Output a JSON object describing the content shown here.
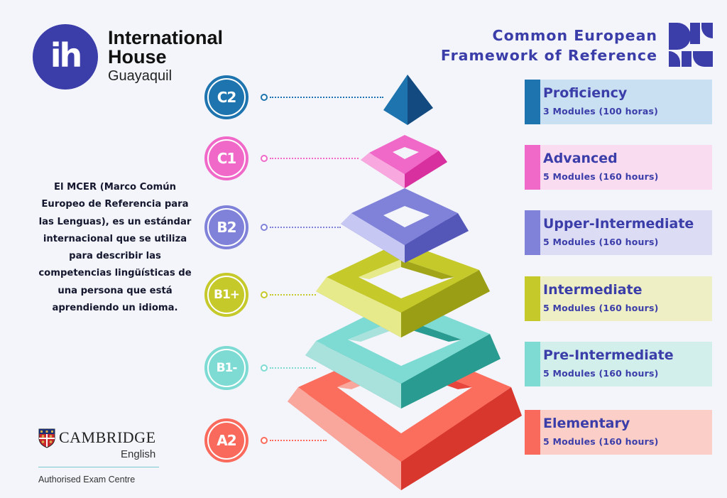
{
  "header": {
    "logo_text": "ih",
    "brand_line1": "International",
    "brand_line2": "House",
    "brand_line3": "Guayaquil",
    "cefr_line1": "Common European",
    "cefr_line2": "Framework of Reference"
  },
  "description": "El MCER (Marco Común Europeo de Referencia para las Lenguas), es un estándar internacional que se utiliza para describir las competencias lingüísticas de una persona que está aprendiendo un idioma.",
  "cambridge": {
    "name": "CAMBRIDGE",
    "sub": "English",
    "authorised": "Authorised Exam Centre"
  },
  "levels": [
    {
      "code": "C2",
      "title": "Proficiency",
      "modules": "3 Modules (100 horas)",
      "color": "#1e74ae",
      "card_bg": "#c9dff2"
    },
    {
      "code": "C1",
      "title": "Advanced",
      "modules": "5 Modules (160 hours)",
      "color": "#f069c8",
      "card_bg": "#fadcf1"
    },
    {
      "code": "B2",
      "title": "Upper-Intermediate",
      "modules": "5 Modules (160 hours)",
      "color": "#7f82d8",
      "card_bg": "#dcdcf5"
    },
    {
      "code": "B1+",
      "title": "Intermediate",
      "modules": "5 Modules (160 hours)",
      "color": "#c5c92a",
      "card_bg": "#eeefc4"
    },
    {
      "code": "B1-",
      "title": "Pre-Intermediate",
      "modules": "5 Modules (160 hours)",
      "color": "#7edbd3",
      "card_bg": "#d3efec"
    },
    {
      "code": "A2",
      "title": "Elementary",
      "modules": "5 Modules (160 hours)",
      "color": "#fa6a5c",
      "card_bg": "#fbcfc8"
    }
  ]
}
